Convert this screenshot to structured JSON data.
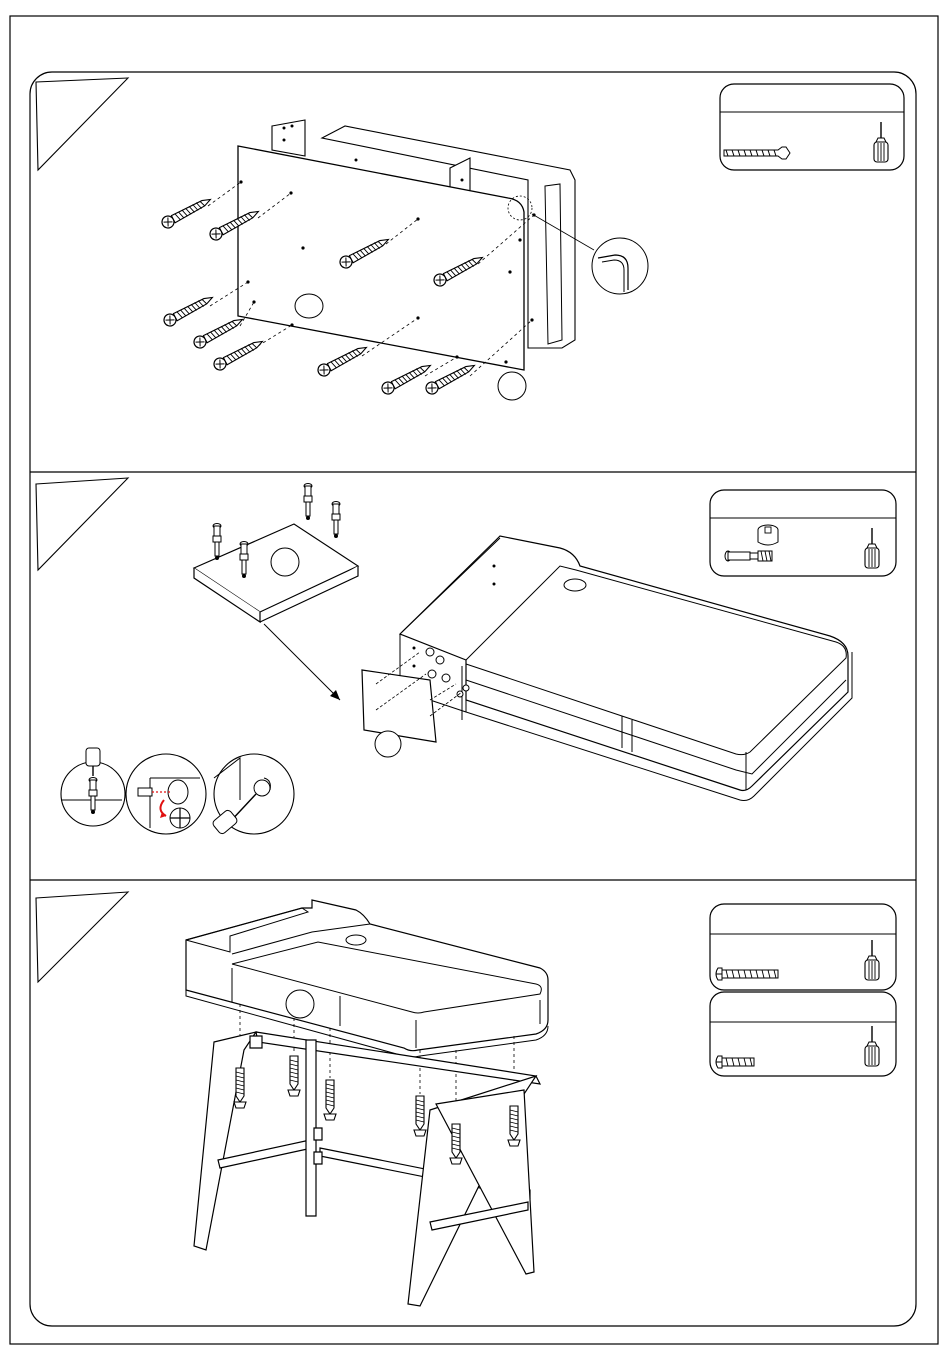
{
  "page": {
    "type": "assembly-instructions",
    "steps": [
      {
        "hardware_box": [
          "screw-icon",
          "screwdriver-icon"
        ],
        "detail_callout": "corner-detail"
      },
      {
        "hardware_box": [
          "cam-lock-icon",
          "cam-bolt-icon",
          "screwdriver-icon"
        ],
        "inset_sequence": [
          "insert-cam-bolt",
          "insert-cam-lock",
          "tighten-cam-lock"
        ]
      },
      {
        "hardware_boxes": [
          [
            "long-bolt-icon",
            "screwdriver-icon"
          ],
          [
            "short-bolt-icon",
            "screwdriver-icon"
          ]
        ]
      }
    ],
    "colors": {
      "line": "#000000",
      "accent_arrow": "#e01010",
      "background": "#ffffff"
    }
  }
}
